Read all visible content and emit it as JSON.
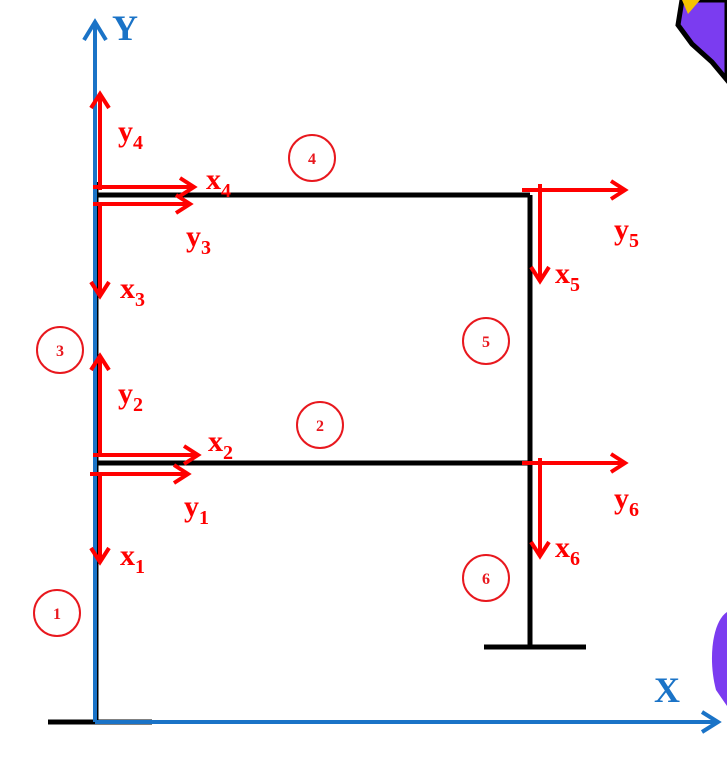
{
  "colors": {
    "frame": "#000000",
    "global_axis": "#1a73c7",
    "local_axis": "#ff0000",
    "element_circle": "#e8181e",
    "decoration_purple": "#7b3cf0",
    "decoration_yellow": "#f5c400"
  },
  "global_axes": {
    "x_label": "X",
    "y_label": "Y"
  },
  "elements": [
    {
      "id": "1",
      "label": "1"
    },
    {
      "id": "2",
      "label": "2"
    },
    {
      "id": "3",
      "label": "3"
    },
    {
      "id": "4",
      "label": "4"
    },
    {
      "id": "5",
      "label": "5"
    },
    {
      "id": "6",
      "label": "6"
    }
  ],
  "local_axes": {
    "x1": {
      "base": "x",
      "sub": "1"
    },
    "y1": {
      "base": "y",
      "sub": "1"
    },
    "x2": {
      "base": "x",
      "sub": "2"
    },
    "y2": {
      "base": "y",
      "sub": "2"
    },
    "x3": {
      "base": "x",
      "sub": "3"
    },
    "y3": {
      "base": "y",
      "sub": "3"
    },
    "x4": {
      "base": "x",
      "sub": "4"
    },
    "y4": {
      "base": "y",
      "sub": "4"
    },
    "x5": {
      "base": "x",
      "sub": "5"
    },
    "y5": {
      "base": "y",
      "sub": "5"
    },
    "x6": {
      "base": "x",
      "sub": "6"
    },
    "y6": {
      "base": "y",
      "sub": "6"
    }
  }
}
